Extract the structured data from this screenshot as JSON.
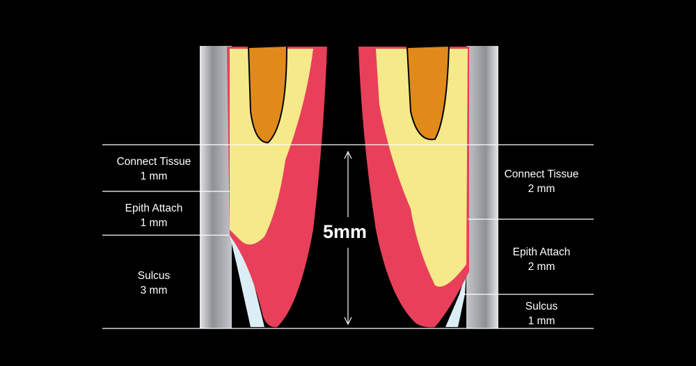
{
  "colors": {
    "background": "#000000",
    "tooth": "#9a9ca0",
    "gingiva_outer": "#e8405a",
    "connective": "#f5e98a",
    "bone": "#e08a1c",
    "lines": "#ffffff",
    "sulcus": "#dceef5"
  },
  "total_label": "5mm",
  "left": {
    "connect_tissue": {
      "label": "Connect Tissue",
      "value": "1 mm"
    },
    "epith_attach": {
      "label": "Epith Attach",
      "value": "1 mm"
    },
    "sulcus": {
      "label": "Sulcus",
      "value": "3 mm"
    }
  },
  "right": {
    "connect_tissue": {
      "label": "Connect Tissue",
      "value": "2 mm"
    },
    "epith_attach": {
      "label": "Epith Attach",
      "value": "2 mm"
    },
    "sulcus": {
      "label": "Sulcus",
      "value": "1 mm"
    }
  }
}
